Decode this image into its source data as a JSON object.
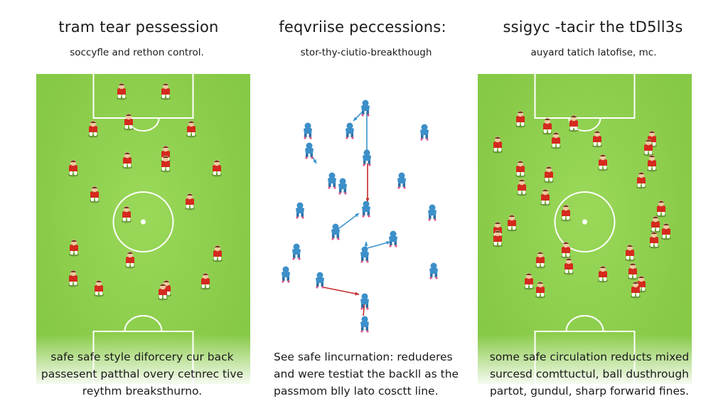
{
  "panels": [
    {
      "title": "tram tear pessession",
      "subtitle": "soccyfle and rethon control.",
      "caption": [
        "safe safe style diforcery cur back",
        "passesent patthal overy cetnrec tive",
        "reythm breaksthurno."
      ]
    },
    {
      "title": "feqvriise peccessions:",
      "subtitle": "stor-thy-ciutio-breakthough",
      "caption": [
        "See safe lincurnation: reduderes",
        "and were testiat the backll as the",
        "passmom blly lato cosctt line."
      ]
    },
    {
      "title": "ssigyc -tacir the  tD5ll3s",
      "subtitle": "auyard tatich latofise, mc.",
      "caption": [
        "some safe circulation reducts mixed",
        "surcesd comttuctul, ball dusthrough",
        "partot, gundul, sharp forwarid fines."
      ]
    }
  ],
  "colors": {
    "pitch": "#8fd24f",
    "pitch_lines": "#ffffff",
    "red_team": "#d42a1e",
    "blue_team": "#3c8fc9",
    "pass_blue": "#3b93cc",
    "pass_red": "#c42b2b"
  },
  "icons": [
    "red-player-icon",
    "blue-player-icon",
    "pass-arrow-icon"
  ]
}
